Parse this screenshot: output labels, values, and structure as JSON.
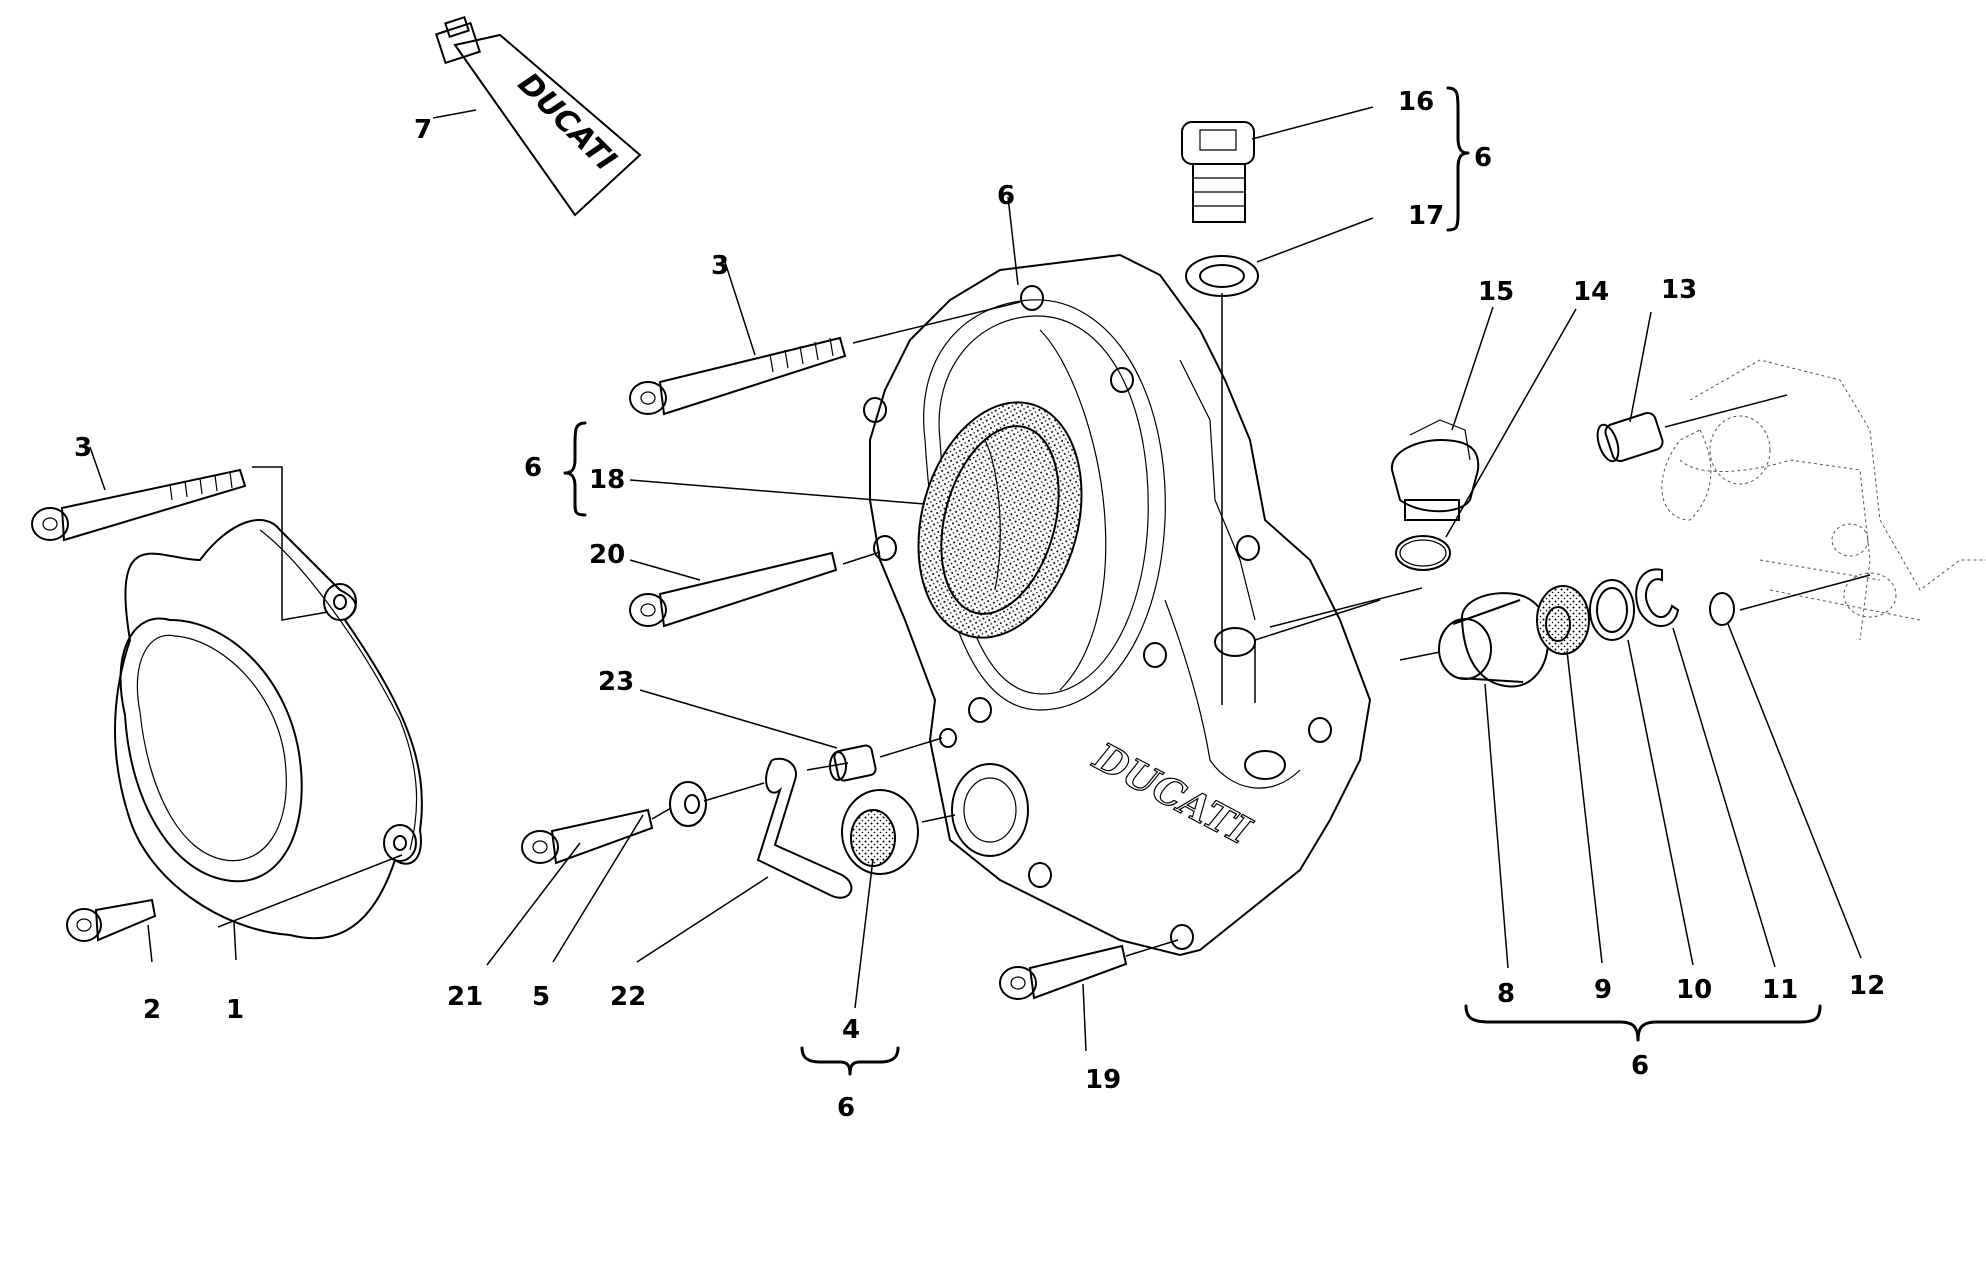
{
  "diagram": {
    "callouts": {
      "c1": "1",
      "c2": "2",
      "c3a": "3",
      "c3b": "3",
      "c4": "4",
      "c5": "5",
      "c6_top": "6",
      "c6_brace_16_17": "6",
      "c6_brace_18": "6",
      "c6_brace_4": "6",
      "c6_brace_8_12": "6",
      "c7": "7",
      "c8": "8",
      "c9": "9",
      "c10": "10",
      "c11": "11",
      "c12": "12",
      "c13": "13",
      "c14": "14",
      "c15": "15",
      "c16": "16",
      "c17": "17",
      "c18": "18",
      "c19": "19",
      "c20": "20",
      "c21": "21",
      "c22": "22",
      "c23": "23"
    },
    "brand": {
      "tube_logo": "DUCATI",
      "cover_logo": "DUCATI"
    }
  }
}
